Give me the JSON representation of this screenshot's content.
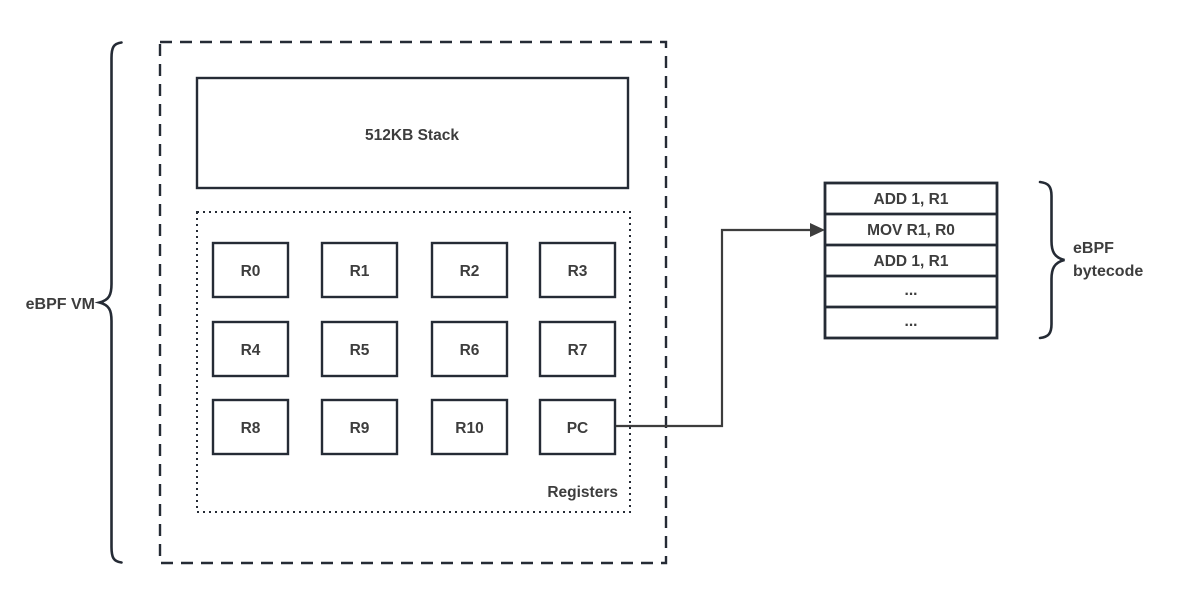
{
  "diagram": {
    "vm_label": "eBPF VM",
    "stack_label": "512KB Stack",
    "registers_label": "Registers",
    "registers": [
      "R0",
      "R1",
      "R2",
      "R3",
      "R4",
      "R5",
      "R6",
      "R7",
      "R8",
      "R9",
      "R10",
      "PC"
    ],
    "bytecode_rows": [
      "ADD 1, R1",
      "MOV R1, R0",
      "ADD 1, R1",
      "...",
      "..."
    ],
    "bytecode_label_line1": "eBPF",
    "bytecode_label_line2": "bytecode",
    "colors": {
      "background": "#ffffff",
      "stroke": "#252b35",
      "text": "#3d3d3d",
      "arrow": "#3d3d3d"
    }
  }
}
